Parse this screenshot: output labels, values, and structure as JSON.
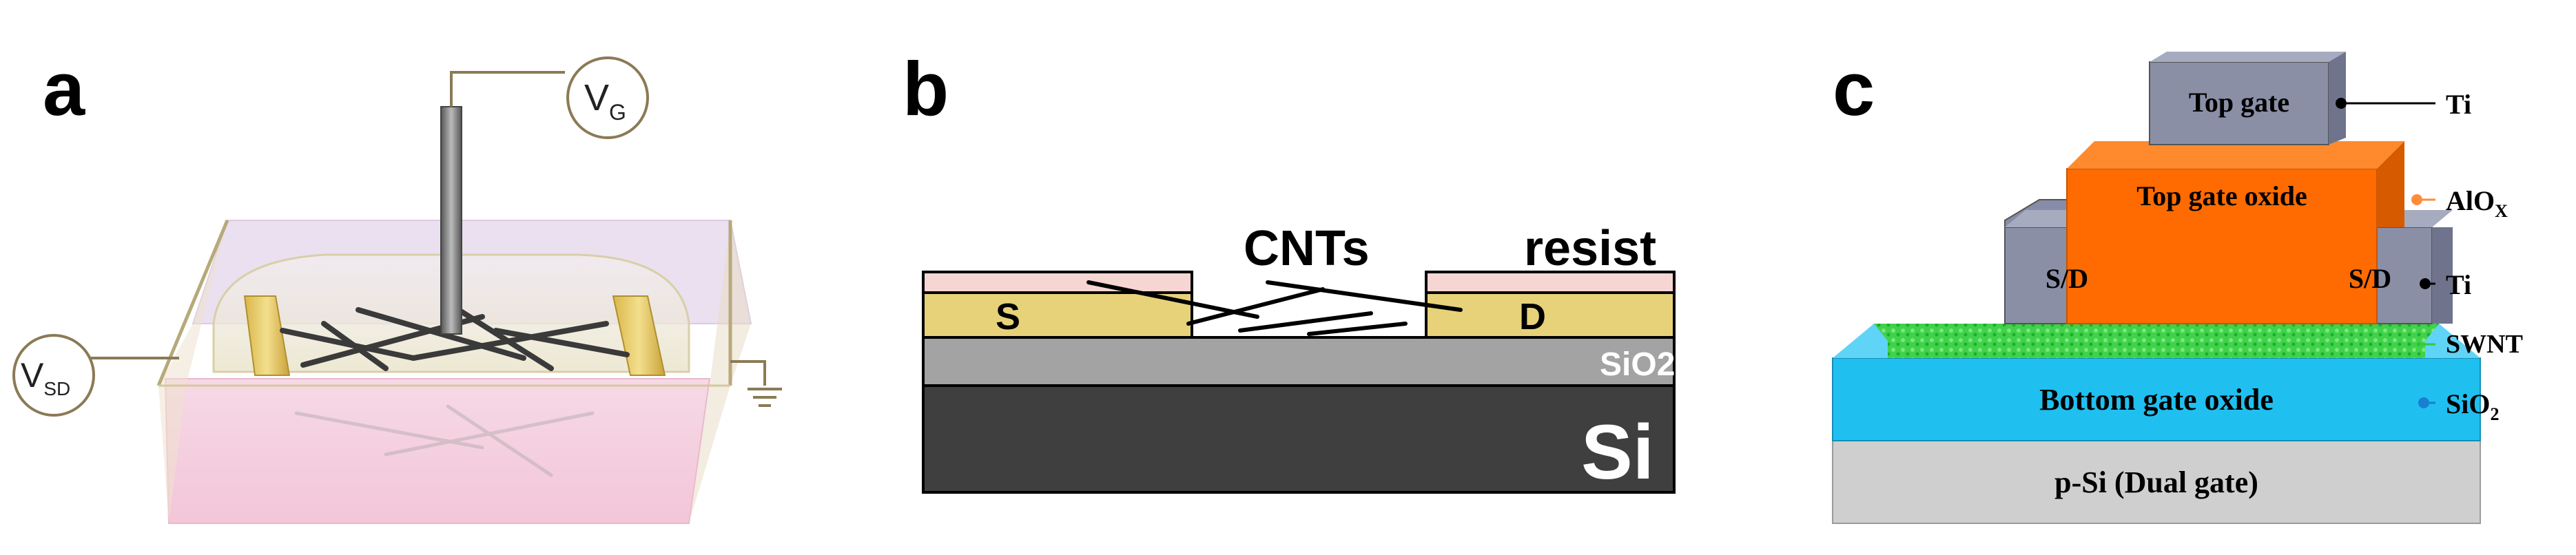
{
  "panels": {
    "a": {
      "letter": "a",
      "gate_label": "V",
      "gate_sub": "G",
      "sd_label": "V",
      "sd_sub": "SD"
    },
    "b": {
      "letter": "b",
      "cnts_label": "CNTs",
      "resist_label": "resist",
      "source_label": "S",
      "drain_label": "D",
      "sio2_label": "SiO2",
      "si_label": "Si"
    },
    "c": {
      "letter": "c",
      "layers": {
        "top_gate": "Top gate",
        "top_gate_oxide": "Top gate oxide",
        "sd_left": "S/D",
        "sd_right": "S/D",
        "bottom_gate_oxide": "Bottom gate oxide",
        "substrate": "p-Si (Dual gate)"
      },
      "callouts": {
        "ti_top": "Ti",
        "alox": "AlO",
        "alox_sub": "X",
        "ti_sd": "Ti",
        "swnt": "SWNT",
        "sio2": "SiO",
        "sio2_sub": "2"
      },
      "colors": {
        "top_gate": "#8a8fa6",
        "top_gate_oxide": "#ff6b00",
        "bottom_gate_oxide": "#1fc0f0",
        "swnt": "#2ecc40",
        "substrate": "#c8c8c8",
        "alox_callout": "#ff8c3a",
        "swnt_callout": "#2ecc40",
        "sio2_callout": "#1a7fd0"
      }
    }
  }
}
